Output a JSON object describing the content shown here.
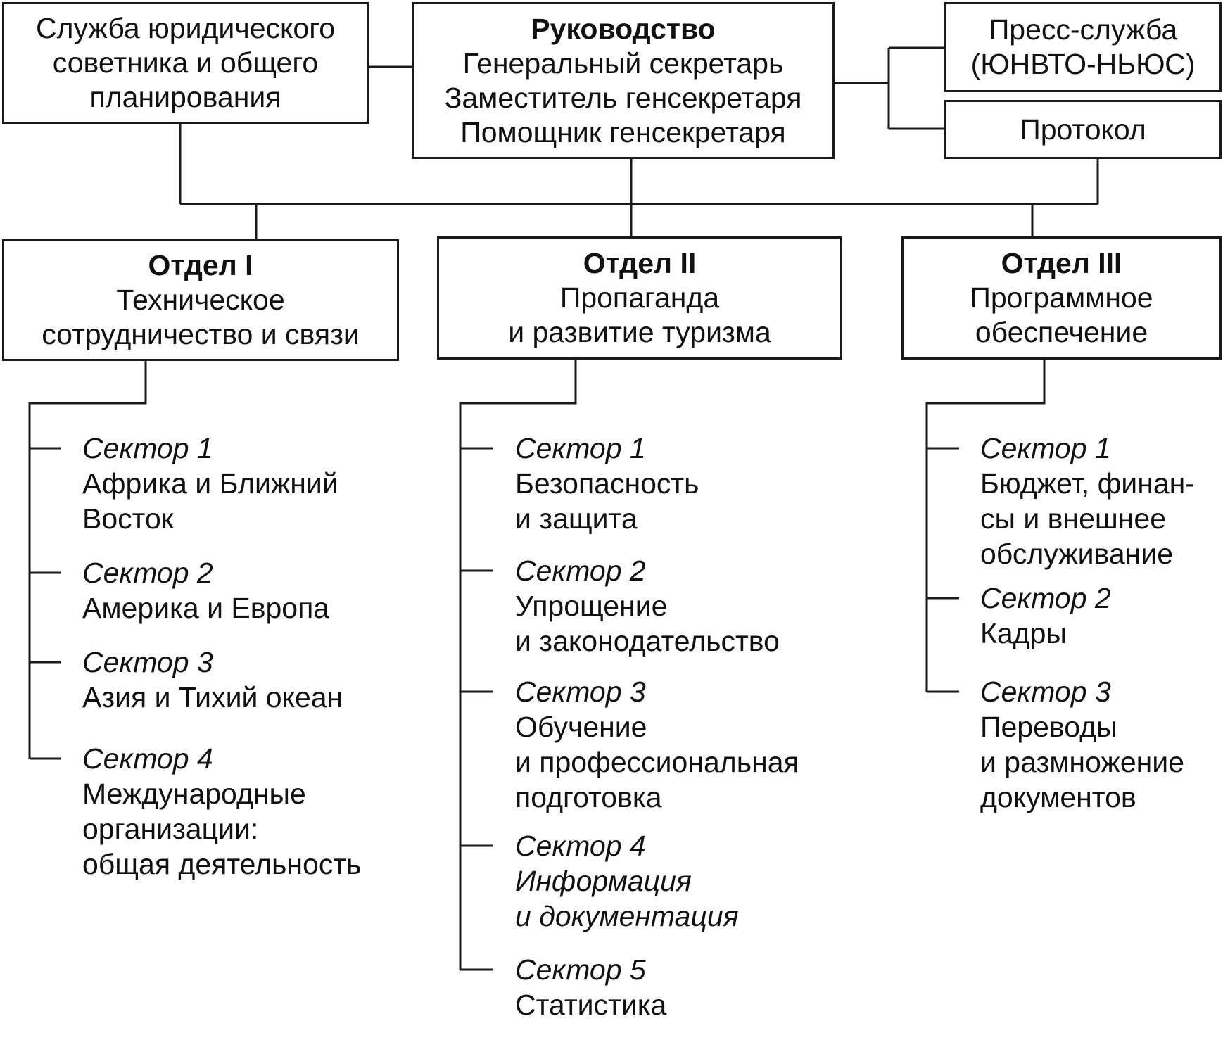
{
  "top": {
    "legal": {
      "lines": [
        "Служба юридического",
        "советника и общего",
        "планирования"
      ]
    },
    "management": {
      "title": "Руководство",
      "lines": [
        "Генеральный секретарь",
        "Заместитель генсекретаря",
        "Помощник генсекретаря"
      ]
    },
    "press": {
      "lines": [
        "Пресс-служба",
        "(ЮНВТО-НЬЮС)"
      ]
    },
    "protocol": {
      "lines": [
        "Протокол"
      ]
    }
  },
  "departments": [
    {
      "title": "Отдел I",
      "lines": [
        "Техническое",
        "сотрудничество и связи"
      ],
      "sectors": [
        {
          "title": "Сектор 1",
          "lines": [
            "Африка и Ближний",
            "Восток"
          ]
        },
        {
          "title": "Сектор 2",
          "lines": [
            "Америка и Европа"
          ]
        },
        {
          "title": "Сектор 3",
          "lines": [
            "Азия и Тихий океан"
          ]
        },
        {
          "title": "Сектор 4",
          "lines": [
            "Международные",
            "организации:",
            "общая деятельность"
          ]
        }
      ]
    },
    {
      "title": "Отдел II",
      "lines": [
        "Пропаганда",
        "и развитие туризма"
      ],
      "sectors": [
        {
          "title": "Сектор 1",
          "lines": [
            "Безопасность",
            "и защита"
          ]
        },
        {
          "title": "Сектор 2",
          "lines": [
            "Упрощение",
            "и законодательство"
          ]
        },
        {
          "title": "Сектор 3",
          "lines": [
            "Обучение",
            "и профессиональная",
            "подготовка"
          ]
        },
        {
          "title": "Сектор 4",
          "lines": [
            "Информация",
            "и документация"
          ],
          "italic": true
        },
        {
          "title": "Сектор 5",
          "lines": [
            "Статистика"
          ]
        }
      ]
    },
    {
      "title": "Отдел III",
      "lines": [
        "Программное",
        "обеспечение"
      ],
      "sectors": [
        {
          "title": "Сектор 1",
          "lines": [
            "Бюджет, финан-",
            "сы и внешнее",
            "обслуживание"
          ]
        },
        {
          "title": "Сектор 2",
          "lines": [
            "Кадры"
          ]
        },
        {
          "title": "Сектор 3",
          "lines": [
            "Переводы",
            "и размножение",
            "документов"
          ]
        }
      ]
    }
  ]
}
